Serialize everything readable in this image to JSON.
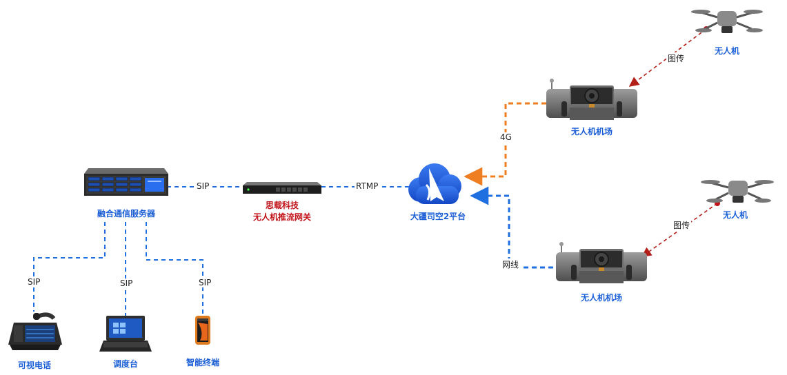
{
  "colors": {
    "lan": "#1f6fe0",
    "cellular": "#ef7d22",
    "video_link": "#b3201a",
    "node_label": "#1b5fd6",
    "gateway_label": "#c0131a"
  },
  "nodes": {
    "server": "融合通信服务器",
    "gateway_line1": "思载科技",
    "gateway_line2": "无人机推流网关",
    "platform": "大疆司空2平台",
    "dock_top": "无人机机场",
    "dock_bottom": "无人机机场",
    "drone_top": "无人机",
    "drone_bottom": "无人机",
    "video_phone": "可视电话",
    "dispatch_console": "调度台",
    "smart_terminal": "智能终端"
  },
  "edges": {
    "server_gateway": "SIP",
    "gateway_platform": "RTMP",
    "dock_top_platform": "4G",
    "dock_bottom_platform": "网线",
    "drone_top_dock": "图传",
    "drone_bottom_dock": "图传",
    "server_phone": "SIP",
    "server_console": "SIP",
    "server_terminal": "SIP"
  },
  "icons": [
    "rack-server-icon",
    "gateway-appliance-icon",
    "cloud-logo-icon",
    "drone-dock-icon",
    "quadcopter-icon",
    "video-phone-icon",
    "rugged-laptop-icon",
    "rugged-phone-icon"
  ]
}
